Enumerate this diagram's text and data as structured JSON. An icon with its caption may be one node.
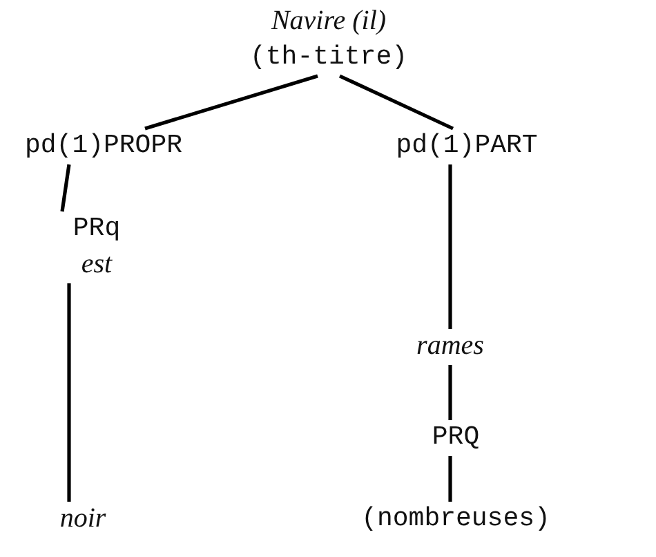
{
  "diagram": {
    "nodes": [
      {
        "text": [
          "Navire (il)",
          "(th-titre)"
        ]
      },
      {
        "text": [
          "pd(1)PROPR"
        ]
      },
      {
        "text": [
          "pd(1)PART"
        ]
      },
      {
        "text": [
          "PRq",
          "est"
        ]
      },
      {
        "text": [
          "noir"
        ]
      },
      {
        "text": [
          "rames"
        ]
      },
      {
        "text": [
          "PRQ"
        ]
      },
      {
        "text": [
          "(nombreuses)"
        ]
      }
    ],
    "edges": [
      {
        "from": 0,
        "to": 1,
        "arrow": "none"
      },
      {
        "from": 0,
        "to": 2,
        "arrow": "none"
      },
      {
        "from": 1,
        "to": 3,
        "arrow": "none"
      },
      {
        "from": 3,
        "to": 4,
        "arrow": "none"
      },
      {
        "from": 2,
        "to": 5,
        "arrow": "none"
      },
      {
        "from": 5,
        "to": 6,
        "arrow": "none"
      },
      {
        "from": 6,
        "to": 7,
        "arrow": "none"
      }
    ]
  }
}
